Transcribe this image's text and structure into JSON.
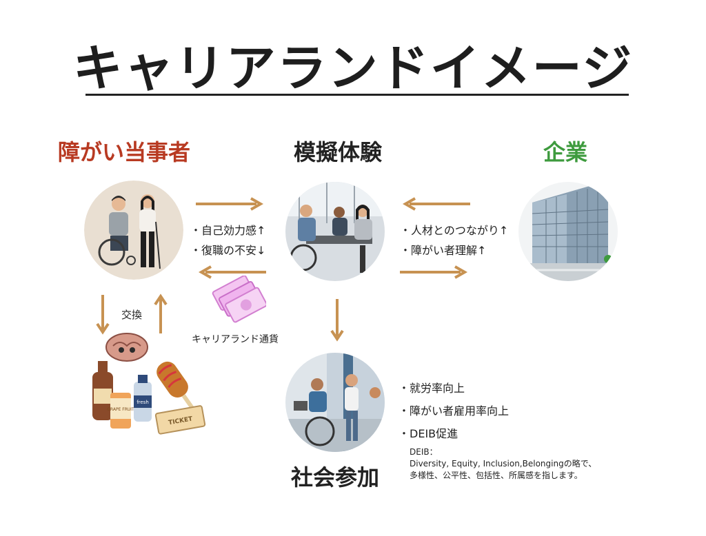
{
  "title": "キャリアランドイメージ",
  "headings": {
    "left": "障がい当事者",
    "center": "模擬体験",
    "right": "企業",
    "bottom": "社会参加"
  },
  "colors": {
    "left_heading": "#b83a22",
    "right_heading": "#3e9b3e",
    "arrow": "#c79252"
  },
  "left_effects": [
    "自己効力感↑",
    "復職の不安↓"
  ],
  "right_effects": [
    "人材とのつながり↑",
    "障がい者理解↑"
  ],
  "exchange_label": "交換",
  "currency_label": "キャリアランド通貨",
  "social_effects": [
    "就労率向上",
    "障がい者雇用率向上",
    "DEIB促進"
  ],
  "deib_note": [
    "DEIB：",
    "Diversity, Equity, Inclusion,Belongingの略で、",
    "多様性、公平性、包括性、所属感を指します。"
  ],
  "ticket_text": "TICKET",
  "bottle_text": "fresh",
  "can_text": "GRAPE FRUIT"
}
